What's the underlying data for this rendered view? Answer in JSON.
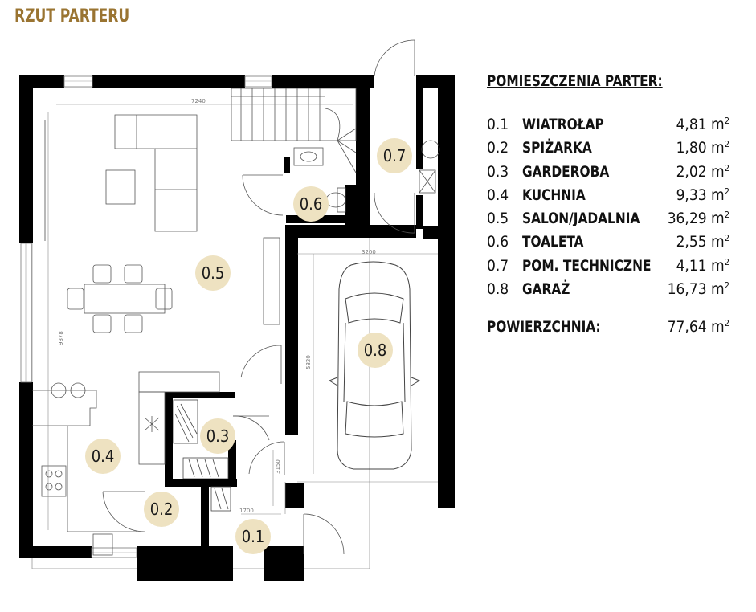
{
  "title": "RZUT PARTERU",
  "legend": {
    "heading": "POMIESZCZENIA PARTER:",
    "unit": "m",
    "unit_exp": "2",
    "rooms": [
      {
        "id": "0.1",
        "name": "WIATROŁAP",
        "area": "4,81"
      },
      {
        "id": "0.2",
        "name": "SPIŻARKA",
        "area": "1,80"
      },
      {
        "id": "0.3",
        "name": "GARDEROBA",
        "area": "2,02"
      },
      {
        "id": "0.4",
        "name": "KUCHNIA",
        "area": "9,33"
      },
      {
        "id": "0.5",
        "name": "SALON/JADALNIA",
        "area": "36,29"
      },
      {
        "id": "0.6",
        "name": "TOALETA",
        "area": "2,55"
      },
      {
        "id": "0.7",
        "name": "POM. TECHNICZNE",
        "area": "4,11"
      },
      {
        "id": "0.8",
        "name": "GARAŻ",
        "area": "16,73"
      }
    ],
    "total_label": "POWIERZCHNIA:",
    "total_area": "77,64"
  },
  "plan": {
    "room_labels": [
      "0.5",
      "0.6",
      "0.7",
      "0.8",
      "0.3",
      "0.4",
      "0.2",
      "0.1"
    ],
    "dimensions": [
      "7240",
      "3200",
      "5820",
      "9878",
      "3150",
      "1700"
    ],
    "colors": {
      "wall": "#000000",
      "marker": "#eee2c1",
      "title": "#9a7431",
      "line": "#555555"
    }
  }
}
